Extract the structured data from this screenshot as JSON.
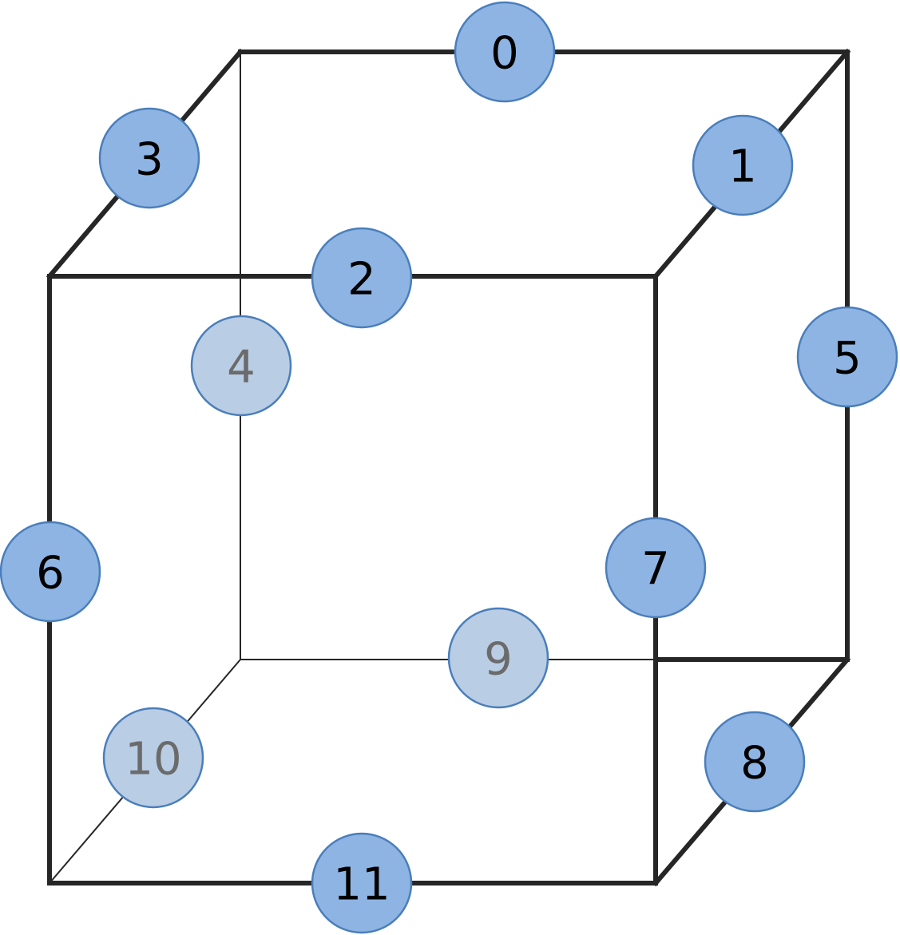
{
  "diagram": {
    "colors": {
      "visible_fill": "#8EB4E3",
      "visible_stroke": "#4A7EBB",
      "visible_text": "#000000",
      "hidden_fill": "#B9CDE5",
      "hidden_stroke": "#4A7EBB",
      "hidden_text": "#6B6B6B",
      "edge": "#262626"
    },
    "nodes": [
      {
        "label": "0",
        "hidden": false
      },
      {
        "label": "1",
        "hidden": false
      },
      {
        "label": "2",
        "hidden": false
      },
      {
        "label": "3",
        "hidden": false
      },
      {
        "label": "4",
        "hidden": true
      },
      {
        "label": "5",
        "hidden": false
      },
      {
        "label": "6",
        "hidden": false
      },
      {
        "label": "7",
        "hidden": false
      },
      {
        "label": "8",
        "hidden": false
      },
      {
        "label": "9",
        "hidden": true
      },
      {
        "label": "10",
        "hidden": true
      },
      {
        "label": "11",
        "hidden": false
      }
    ]
  }
}
